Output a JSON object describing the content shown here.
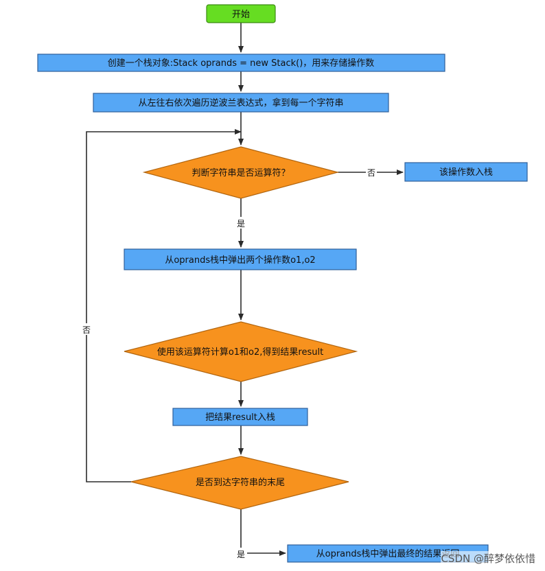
{
  "nodes": {
    "start": "开始",
    "create_stack": "创建一个栈对象:Stack oprands = new Stack()，用来存储操作数",
    "traverse": "从左往右依次遍历逆波兰表达式，拿到每一个字符串",
    "is_operator": "判断字符串是否运算符？",
    "push_operand": "该操作数入栈",
    "pop_two": "从oprands栈中弹出两个操作数o1,o2",
    "compute": "使用该运算符计算o1和o2,得到结果result",
    "push_result": "把结果result入栈",
    "is_end": "是否到达字符串的末尾",
    "pop_final": "从oprands栈中弹出最终的结果返回"
  },
  "edges": {
    "no_operator": "否",
    "yes_operator": "是",
    "no_end": "否",
    "yes_end": "是"
  },
  "watermark": "CSDN @醉梦依依惜",
  "colors": {
    "start_fill": "#66dd22",
    "start_stroke": "#3a8a12",
    "box_fill": "#56a7f5",
    "box_stroke": "#2f5f9a",
    "diamond_fill": "#f7921e",
    "diamond_stroke": "#b0640e",
    "line": "#2b2b2b"
  }
}
